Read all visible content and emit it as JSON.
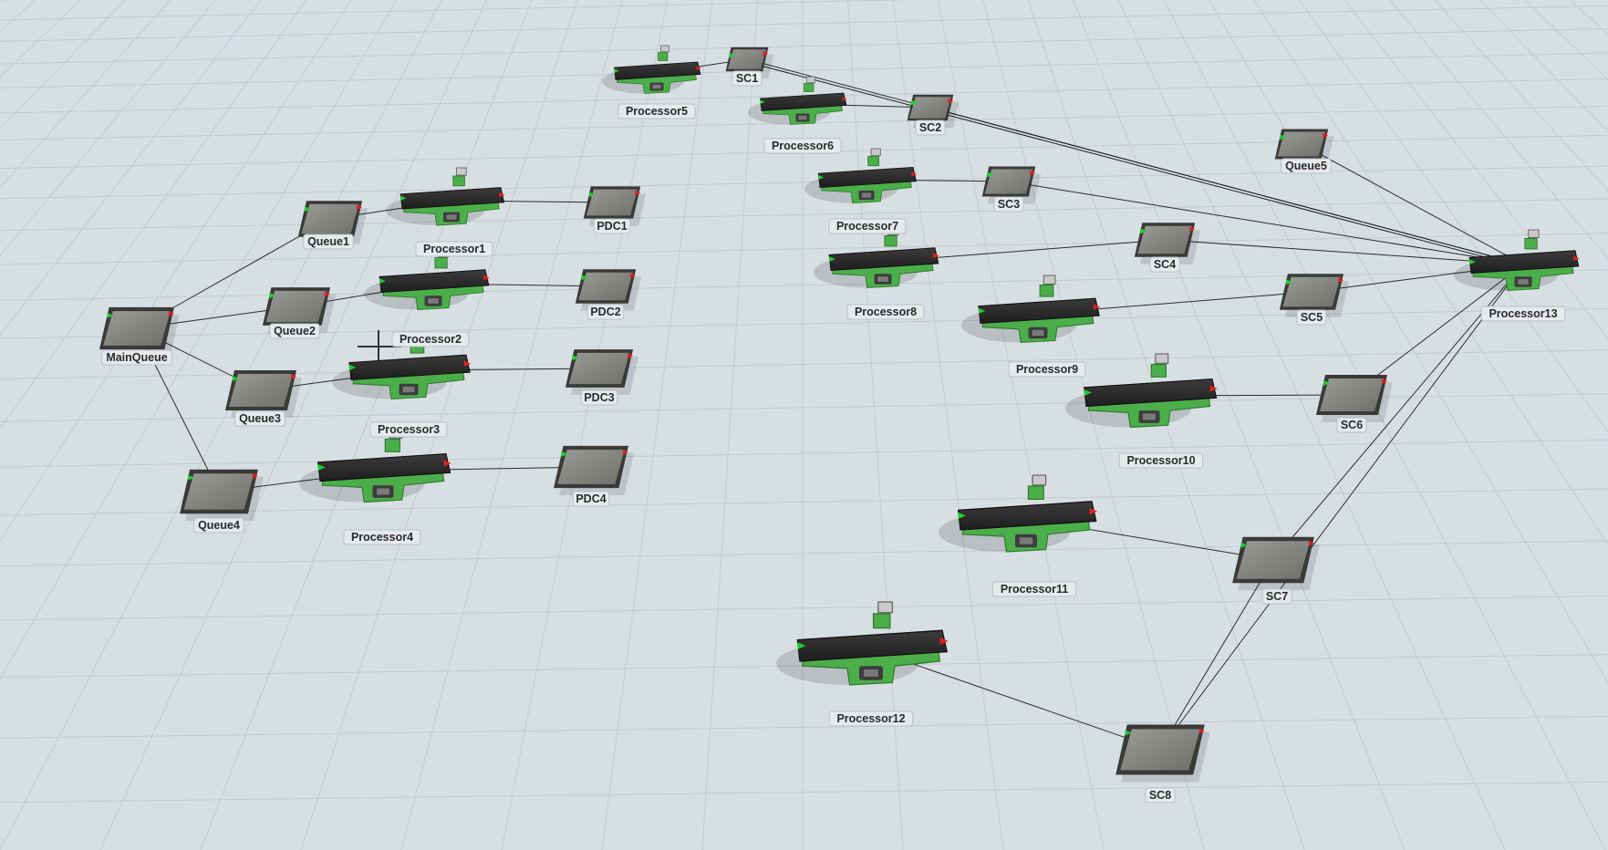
{
  "model_view": {
    "objects": {
      "main_queue": {
        "label": "MainQueue"
      },
      "queue1": {
        "label": "Queue1"
      },
      "queue2": {
        "label": "Queue2"
      },
      "queue3": {
        "label": "Queue3"
      },
      "queue4": {
        "label": "Queue4"
      },
      "queue5": {
        "label": "Queue5"
      },
      "processor1": {
        "label": "Processor1"
      },
      "processor2": {
        "label": "Processor2"
      },
      "processor3": {
        "label": "Processor3"
      },
      "processor4": {
        "label": "Processor4"
      },
      "processor5": {
        "label": "Processor5"
      },
      "processor6": {
        "label": "Processor6"
      },
      "processor7": {
        "label": "Processor7"
      },
      "processor8": {
        "label": "Processor8"
      },
      "processor9": {
        "label": "Processor9"
      },
      "processor10": {
        "label": "Processor10"
      },
      "processor11": {
        "label": "Processor11"
      },
      "processor12": {
        "label": "Processor12"
      },
      "processor13": {
        "label": "Processor13"
      },
      "pdc1": {
        "label": "PDC1"
      },
      "pdc2": {
        "label": "PDC2"
      },
      "pdc3": {
        "label": "PDC3"
      },
      "pdc4": {
        "label": "PDC4"
      },
      "sc1": {
        "label": "SC1"
      },
      "sc2": {
        "label": "SC2"
      },
      "sc3": {
        "label": "SC3"
      },
      "sc4": {
        "label": "SC4"
      },
      "sc5": {
        "label": "SC5"
      },
      "sc6": {
        "label": "SC6"
      },
      "sc7": {
        "label": "SC7"
      },
      "sc8": {
        "label": "SC8"
      }
    },
    "colors": {
      "floor": "#d8dfe3",
      "grid": "#c3cbcf",
      "machine_green": "#4cae4a",
      "belt": "#2b2b2b",
      "queue_fill": "#8a8a88",
      "queue_frame": "#3a3a38",
      "port_out": "#e02020",
      "port_in": "#22cc33",
      "connector": "#1a1a1a"
    }
  }
}
